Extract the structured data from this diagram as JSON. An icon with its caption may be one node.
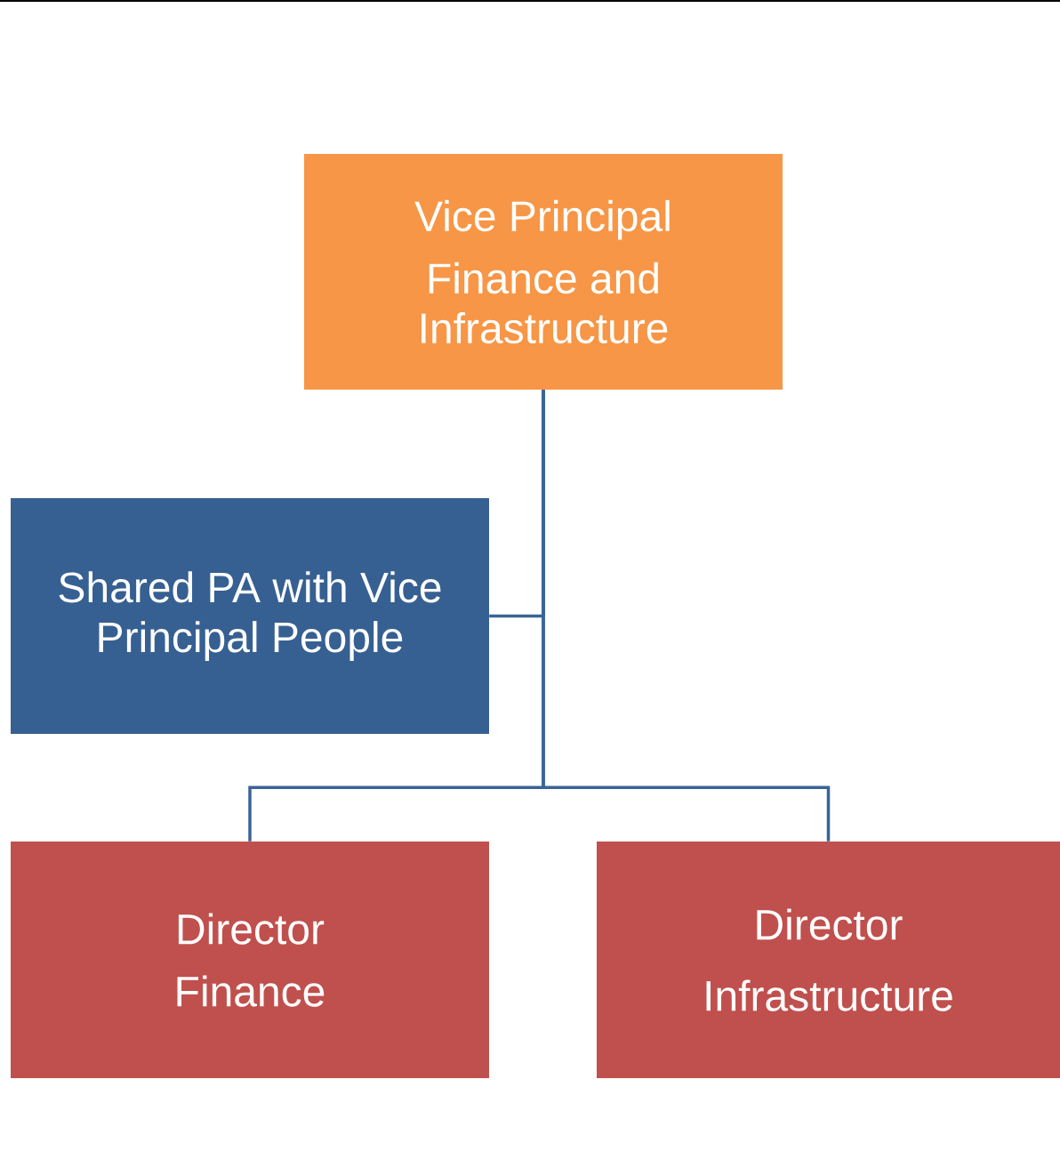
{
  "diagram": {
    "nodes": [
      {
        "text": [
          "Vice Principal",
          "Finance and Infrastructure"
        ]
      },
      {
        "text": [
          "Shared PA with Vice Principal People"
        ]
      },
      {
        "text": [
          "Director",
          "Finance"
        ]
      },
      {
        "text": [
          "Director",
          "Infrastructure"
        ]
      }
    ],
    "edges": [
      {
        "from": 0,
        "to": 1,
        "arrow": "none"
      },
      {
        "from": 0,
        "to": 2,
        "arrow": "none"
      },
      {
        "from": 0,
        "to": 3,
        "arrow": "none"
      }
    ]
  }
}
